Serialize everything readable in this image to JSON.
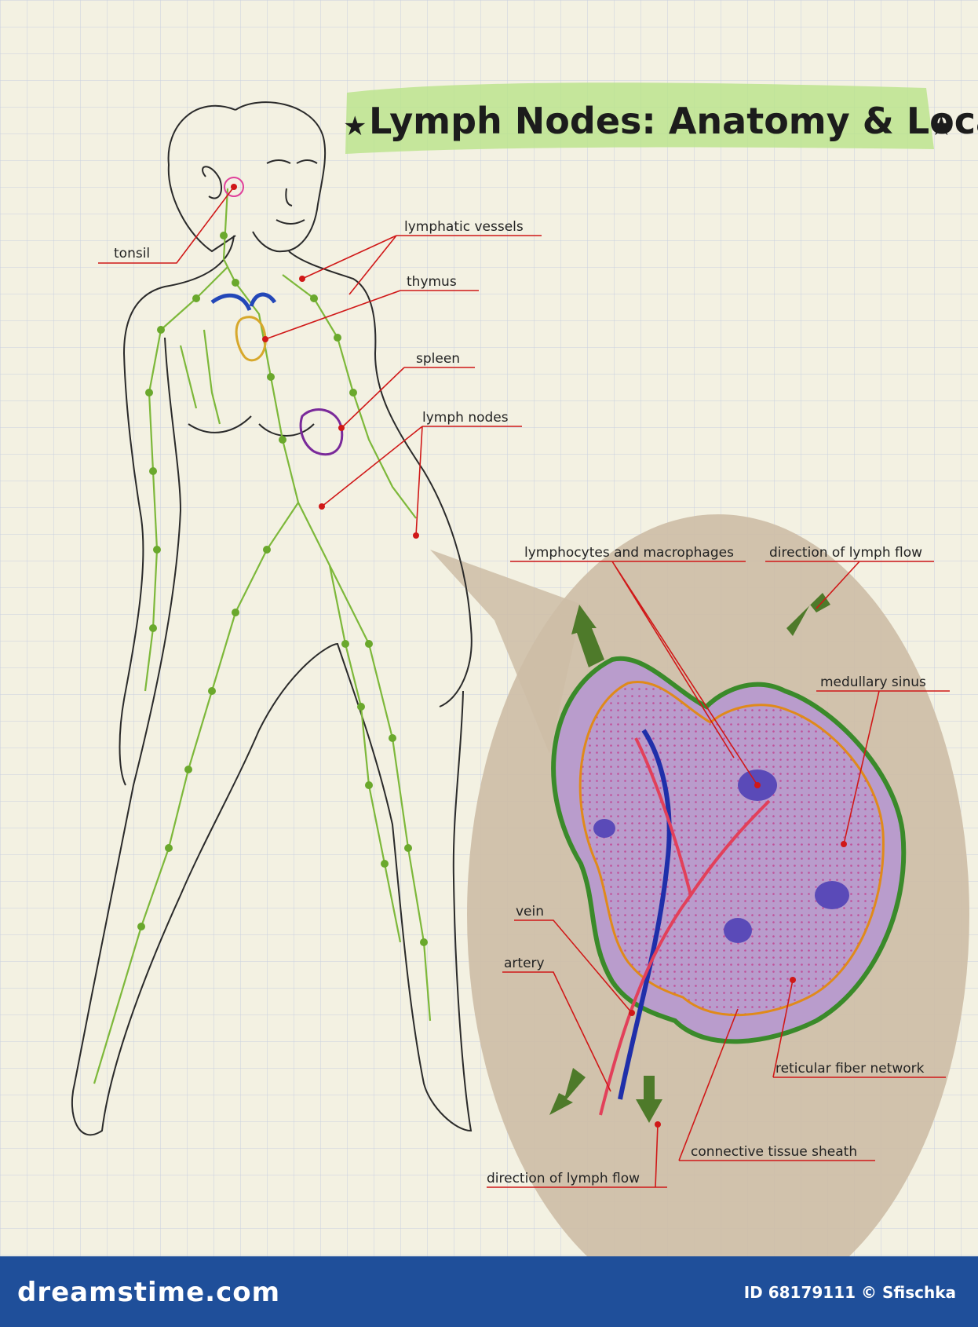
{
  "title": "Lymph Nodes: Anatomy & Location",
  "labels": {
    "tonsil": "tonsil",
    "lymphatic_vessels": "lymphatic vessels",
    "thymus": "thymus",
    "spleen": "spleen",
    "lymph_nodes": "lymph nodes",
    "lymphocytes_macrophages": "lymphocytes and macrophages",
    "direction_flow_top": "direction of lymph flow",
    "medullary_sinus": "medullary sinus",
    "vein": "vein",
    "artery": "artery",
    "reticular_fiber": "reticular fiber network",
    "connective_tissue": "connective tissue sheath",
    "direction_flow_bottom": "direction of lymph flow"
  },
  "footer": {
    "brand": "dreamstime.com",
    "credit": "ID 68179111 © Sfischka"
  },
  "colors": {
    "paper": "#f3f1e2",
    "grid": "#c9cfe0",
    "lymph": "#7db83a",
    "leader": "#d01818",
    "highlight": "#b9e38a",
    "footer": "#1f4f9a",
    "bubble": "#cdbda6"
  }
}
